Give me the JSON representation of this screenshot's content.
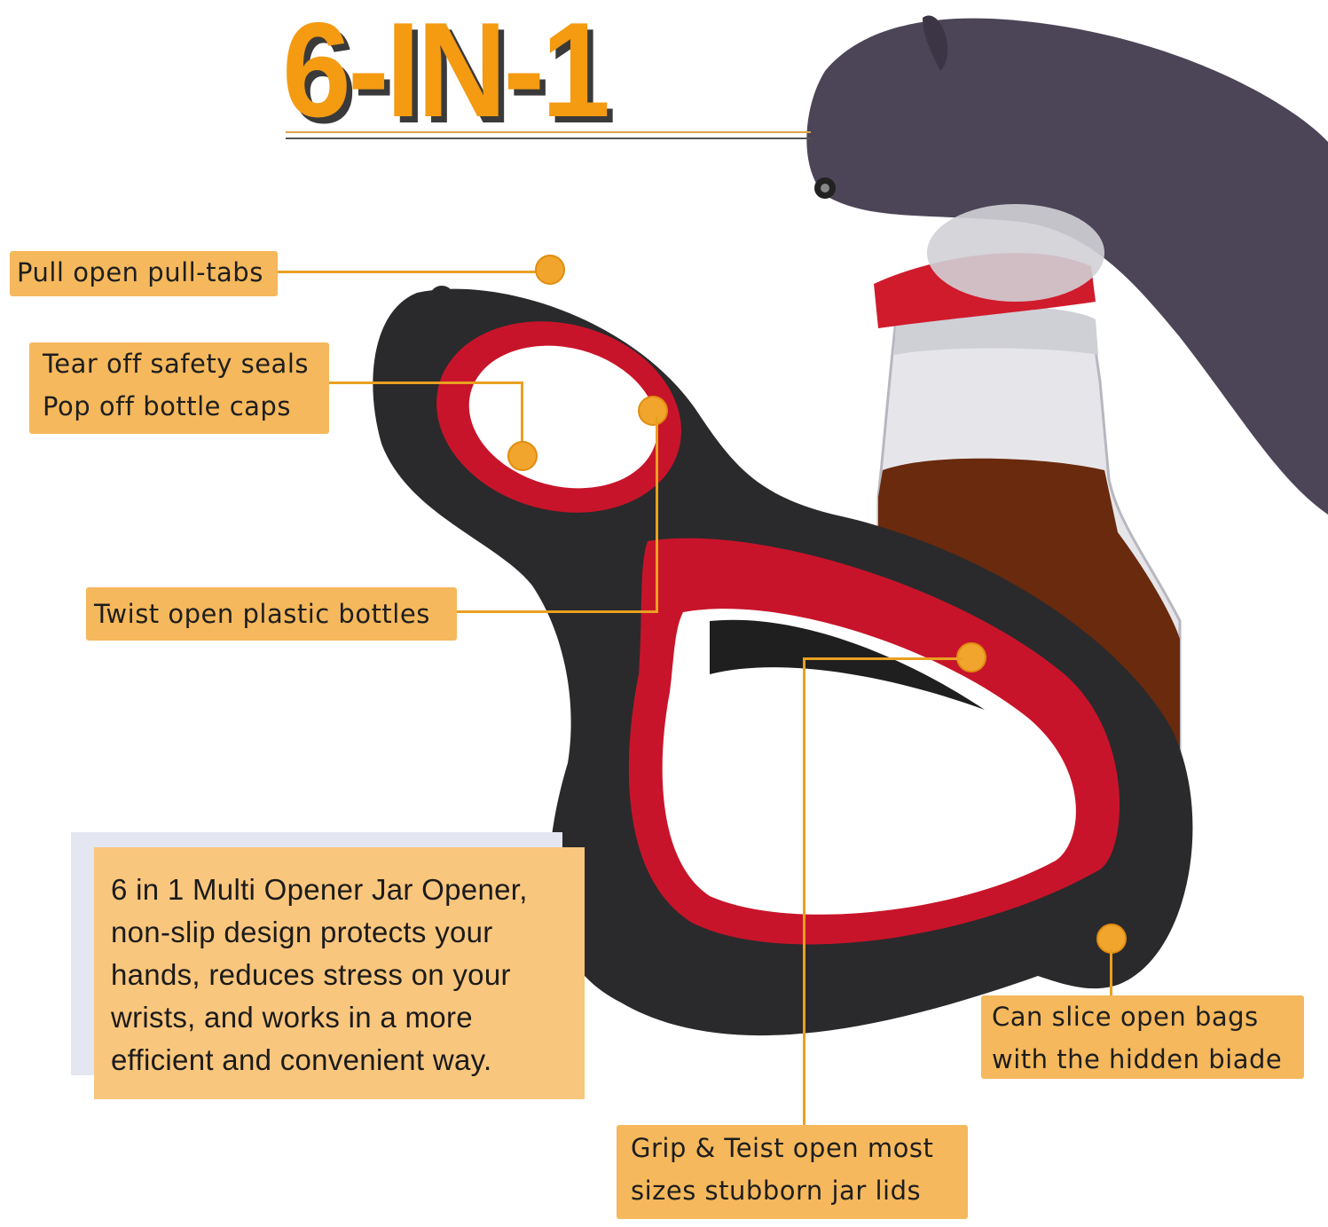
{
  "title": "6-IN-1",
  "callouts": {
    "pull_tabs": "Pull open pull-tabs",
    "safety_seals": "Tear off safety seals",
    "bottle_caps": "Pop off bottle caps",
    "plastic_bottles": "Twist open plastic bottles",
    "slice_bags_1": "Can slice open bags",
    "slice_bags_2": "with the hidden biade",
    "jar_lids_1": "Grip & Teist open most",
    "jar_lids_2": "sizes stubborn jar lids"
  },
  "description": [
    "6 in 1 Multi Opener Jar Opener,",
    "non-slip design protects your",
    "hands, reduces stress on your",
    "wrists, and works in a more",
    "efficient and convenient way."
  ],
  "colors": {
    "accent_orange": "#f49b12",
    "label_bg": "#f5b85c",
    "opener_black": "#2a2a2c",
    "opener_red": "#c8142a"
  }
}
